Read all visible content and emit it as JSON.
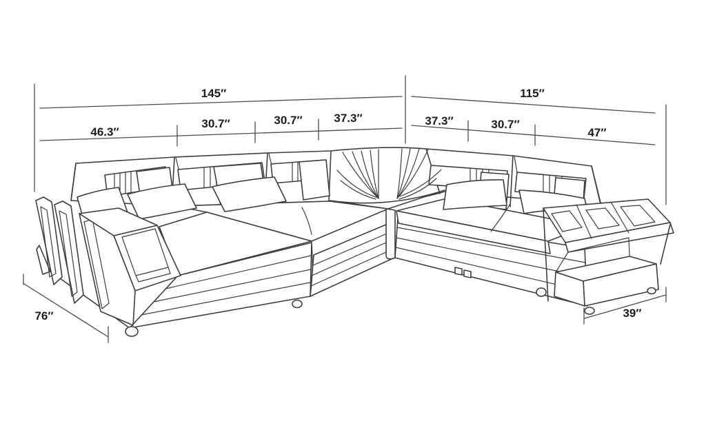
{
  "drawing": {
    "subject": "U-shaped sectional sofa outline diagram",
    "units": "inches"
  },
  "style": {
    "background": "#ffffff",
    "line_color": "#3d3d3d",
    "dimension_line_color": "#4a4a4a",
    "text_color": "#1c1c1c"
  },
  "dims": {
    "total_left": "145″",
    "total_right": "115″",
    "segments_left": [
      "46.3″",
      "30.7″",
      "30.7″",
      "37.3″"
    ],
    "segments_right": [
      "37.3″",
      "30.7″",
      "47″"
    ],
    "depth_left": "76″",
    "depth_right": "39″"
  }
}
